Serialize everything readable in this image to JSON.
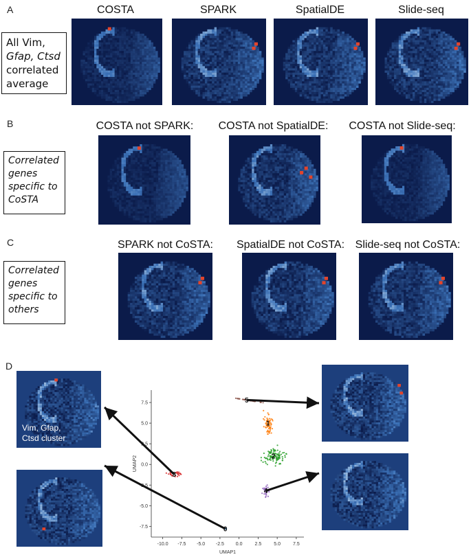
{
  "panels": {
    "a": {
      "letter": "A",
      "titles": [
        "COSTA",
        "SPARK",
        "SpatialDE",
        "Slide-seq"
      ],
      "desc_lines": [
        "All Vim,",
        "Gfap, Ctsd",
        "correlated",
        "average"
      ]
    },
    "b": {
      "letter": "B",
      "titles": [
        "COSTA not SPARK:",
        "COSTA not SpatialDE:",
        "COSTA not Slide-seq:"
      ],
      "desc_lines": [
        "Correlated",
        "genes",
        "specific to",
        "CoSTA"
      ]
    },
    "c": {
      "letter": "C",
      "titles": [
        "SPARK not CoSTA:",
        "SpatialDE not CoSTA:",
        "Slide-seq not CoSTA:"
      ],
      "desc_lines": [
        "Correlated",
        "genes",
        "specific to",
        "others"
      ]
    },
    "d": {
      "letter": "D",
      "overlay_lines": [
        "Vim, Gfap,",
        "Ctsd cluster"
      ]
    }
  },
  "umap": {
    "xlabel": "UMAP1",
    "ylabel": "UMAP2",
    "xticks": [
      "-10.0",
      "-7.5",
      "-5.0",
      "-2.5",
      "0.0",
      "2.5",
      "5.0",
      "7.5"
    ],
    "yticks": [
      "7.5",
      "5.0",
      "2.5",
      "0.0",
      "-2.5",
      "-5.0",
      "-7.5"
    ],
    "xlim": [
      -11.5,
      8.5
    ],
    "ylim": [
      -8.8,
      9.0
    ],
    "clusters": [
      {
        "label": "0",
        "color": "#1f77b4",
        "center": [
          -1.8,
          -7.8
        ]
      },
      {
        "label": "1",
        "color": "#ff7f0e",
        "center": [
          3.8,
          5.0
        ]
      },
      {
        "label": "2",
        "color": "#2ca02c",
        "center": [
          4.5,
          1.0
        ]
      },
      {
        "label": "3",
        "color": "#d62728",
        "center": [
          -8.5,
          -1.2
        ]
      },
      {
        "label": "4",
        "color": "#9467bd",
        "center": [
          3.5,
          -3.2
        ]
      },
      {
        "label": "5",
        "color": "#8c564b",
        "center": [
          1.0,
          7.8
        ]
      }
    ]
  },
  "colors": {
    "heat_low": "#0b1b4a",
    "heat_mid": "#3c72b8",
    "heat_high": "#cfe4f5",
    "hot": "#e2442b",
    "arrow": "#111111"
  }
}
